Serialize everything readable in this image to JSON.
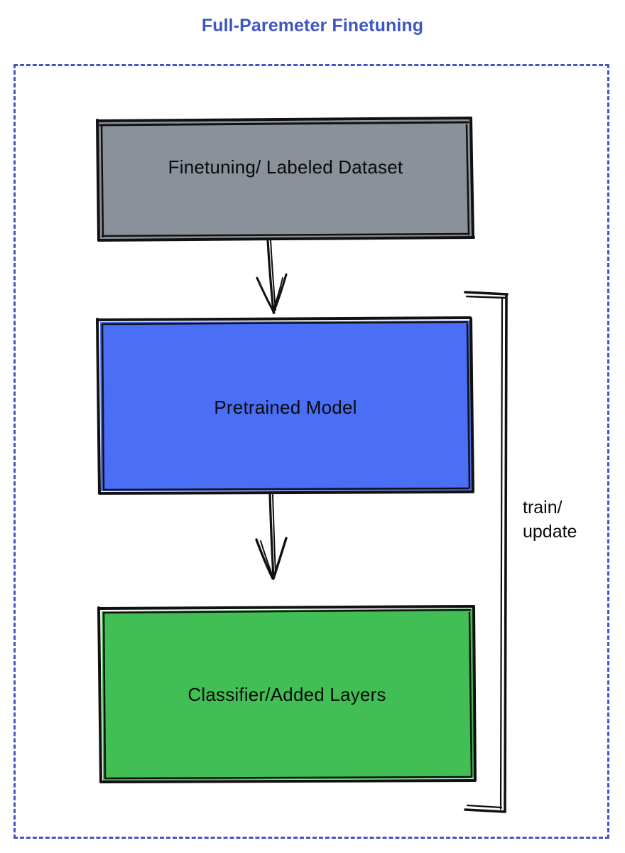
{
  "diagram": {
    "title": "Full-Paremeter Finetuning",
    "title_color": "#3f56c6",
    "frame": {
      "style": "dashed",
      "color": "#3f56c6"
    },
    "nodes": [
      {
        "id": "dataset",
        "label": "Finetuning/ Labeled Dataset",
        "fill": "#8a919a",
        "stroke": "#0a0a0a",
        "shape": "rectangle"
      },
      {
        "id": "pretrained",
        "label": "Pretrained Model",
        "fill": "#4a6ef5",
        "stroke": "#0a0a0a",
        "shape": "rectangle"
      },
      {
        "id": "classifier",
        "label": "Classifier/Added Layers",
        "fill": "#41bf55",
        "stroke": "#0a0a0a",
        "shape": "rectangle"
      }
    ],
    "edges": [
      {
        "id": "dataset-to-pretrained",
        "from": "dataset",
        "to": "pretrained",
        "label": "",
        "arrow": "down",
        "style": "hand-drawn"
      },
      {
        "id": "pretrained-to-classifier",
        "from": "pretrained",
        "to": "classifier",
        "label": "",
        "arrow": "down",
        "style": "hand-drawn"
      },
      {
        "id": "feedback-loop",
        "from": "classifier",
        "to": "pretrained",
        "label_line1": "train/",
        "label_line2": "update",
        "arrow": "none",
        "style": "bracket"
      }
    ]
  }
}
